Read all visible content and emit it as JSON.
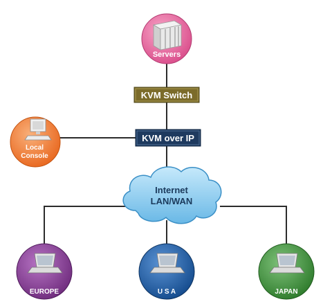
{
  "nodes": {
    "servers": {
      "label": "Servers",
      "color": "#e8609a",
      "icon": "server-rack-icon"
    },
    "kvm_switch": {
      "label": "KVM Switch",
      "color": "#7b6b2a"
    },
    "kvm_over_ip": {
      "label": "KVM over IP",
      "color": "#1e3a5f"
    },
    "local_console": {
      "label_line1": "Local",
      "label_line2": "Console",
      "color": "#f07d2f",
      "icon": "desktop-computer-icon"
    },
    "internet": {
      "label_line1": "Internet",
      "label_line2": "LAN/WAN",
      "color": "#7ec8ef",
      "icon": "cloud-icon"
    },
    "europe": {
      "label": "EUROPE",
      "color": "#8b3b96",
      "icon": "laptop-icon"
    },
    "usa": {
      "label": "U S A",
      "color": "#1f5fa8",
      "icon": "laptop-icon"
    },
    "japan": {
      "label": "JAPAN",
      "color": "#3f8f3c",
      "icon": "laptop-icon"
    }
  }
}
